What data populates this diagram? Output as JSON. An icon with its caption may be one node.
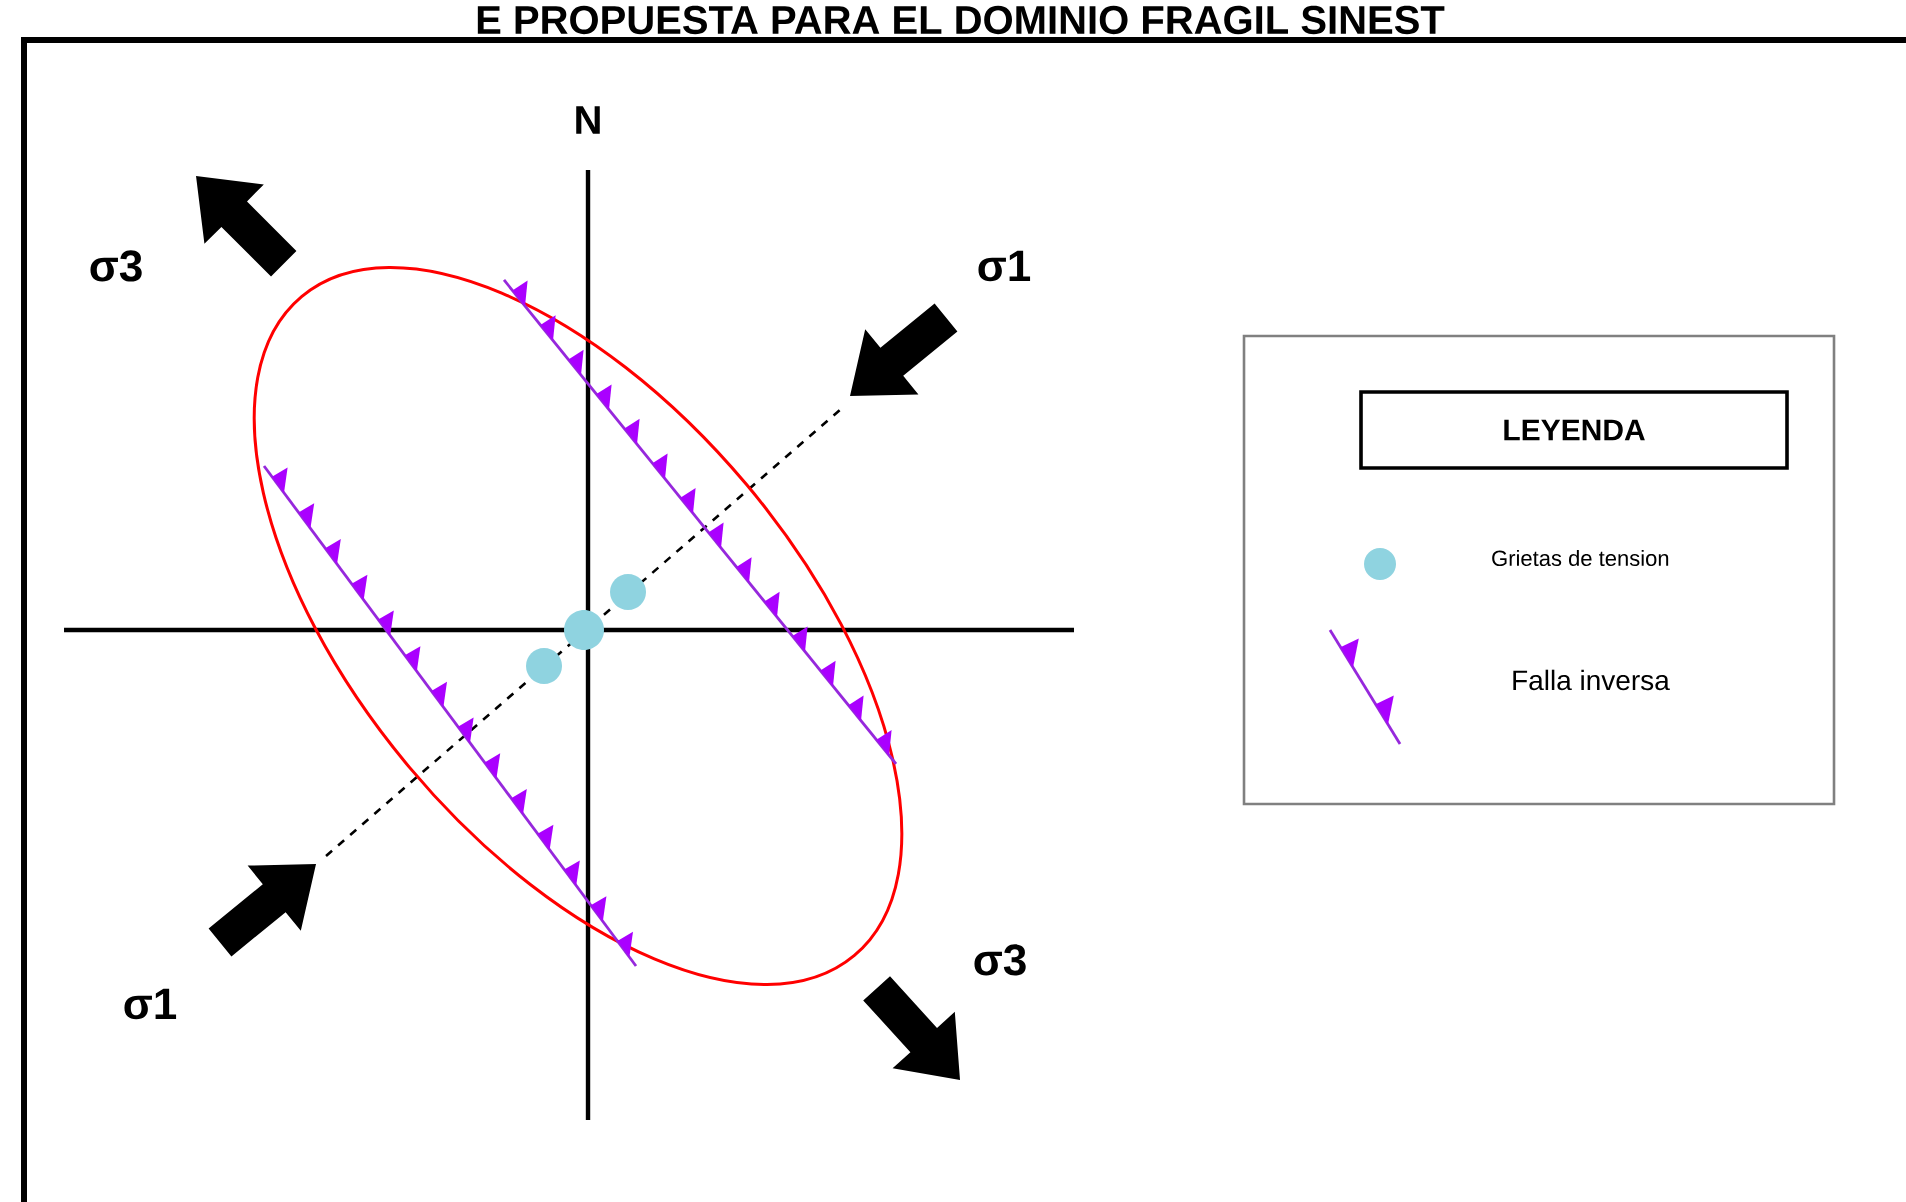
{
  "diagram": {
    "title": "E PROPUESTA PARA EL DOMINIO FRAGIL SINEST",
    "labels": [
      "N",
      "σ3",
      "σ1",
      "σ1",
      "σ3",
      "LEYENDA"
    ],
    "legend": [
      {
        "text": "Grietas de tension",
        "color": "#8fd3e0"
      },
      {
        "text": "Falla inversa"
      }
    ]
  }
}
